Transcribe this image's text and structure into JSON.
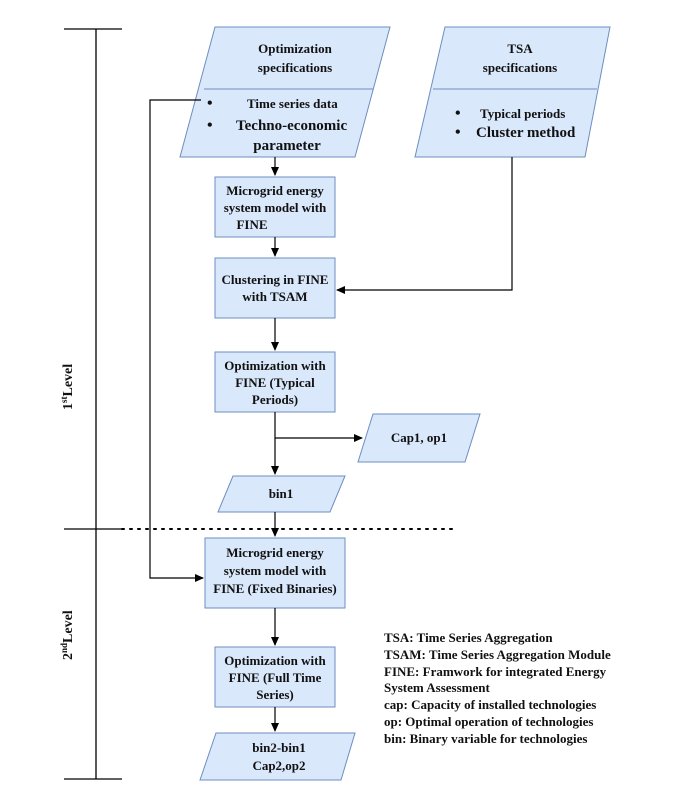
{
  "levels": {
    "first": {
      "num": "1",
      "sup": "st",
      "word": "Level"
    },
    "second": {
      "num": "2",
      "sup": "nd",
      "word": "Level"
    }
  },
  "optimization_spec": {
    "title_line1": "Optimization",
    "title_line2": "specifications",
    "bullets": [
      "Time series data",
      "Techno-economic"
    ],
    "bullet2_cont": "parameter"
  },
  "tsa_spec": {
    "title_line1": "TSA",
    "title_line2": "specifications",
    "bullets": [
      "Typical periods",
      "Cluster method"
    ]
  },
  "process_boxes": {
    "model_fine": [
      "Microgrid energy",
      "system model with",
      "FINE"
    ],
    "clustering": [
      "Clustering in FINE",
      "with TSAM"
    ],
    "opt_typical": [
      "Optimization with",
      "FINE (Typical",
      "Periods)"
    ],
    "model_fixed": [
      "Microgrid energy",
      "system model with",
      "FINE (Fixed Binaries)"
    ],
    "opt_full": [
      "Optimization with",
      "FINE (Full Time",
      "Series)"
    ]
  },
  "outputs": {
    "cap1_op1": "Cap1, op1",
    "bin1": "bin1",
    "final": [
      "bin2-bin1",
      "Cap2,op2"
    ]
  },
  "legend": [
    "TSA: Time Series Aggregation",
    "TSAM: Time Series Aggregation Module",
    "FINE: Framwork for integrated Energy",
    "System Assessment",
    "cap: Capacity of installed technologies",
    "op: Optimal operation of technologies",
    "bin: Binary variable for technologies"
  ],
  "colors": {
    "node_fill": "#dae8fc",
    "node_stroke": "#6c8ebf",
    "line": "#000000"
  }
}
